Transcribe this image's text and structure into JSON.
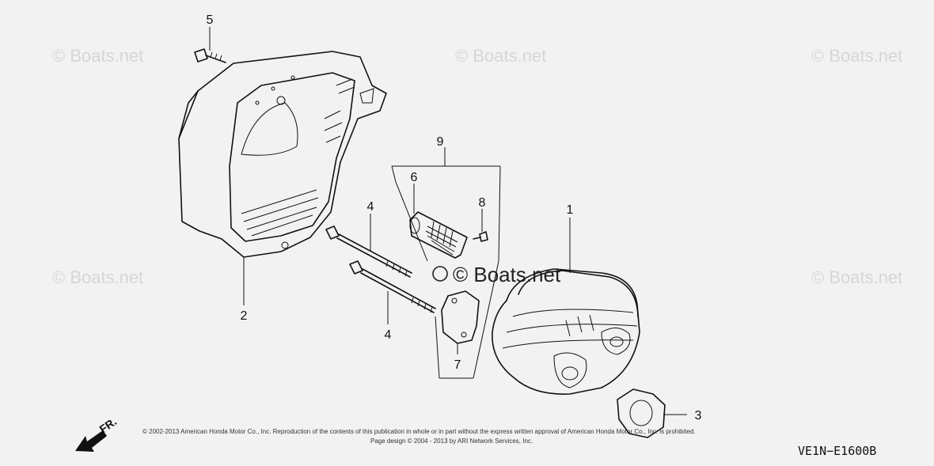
{
  "watermarks": {
    "top_left": "© Boats.net",
    "top_center": "© Boats.net",
    "top_right": "© Boats.net",
    "mid_left": "© Boats.net",
    "center": "© Boats.net",
    "mid_right": "© Boats.net"
  },
  "callouts": {
    "c1": "1",
    "c2": "2",
    "c3": "3",
    "c4a": "4",
    "c4b": "4",
    "c5": "5",
    "c6": "6",
    "c7": "7",
    "c8": "8",
    "c9": "9"
  },
  "copyright": {
    "line1": "© 2002-2013 American Honda Motor Co., Inc. Reproduction of the contents of this publication in whole or in part without the express written approval of American Honda Motor Co., Inc. is prohibited.",
    "line2": "Page design © 2004 - 2013 by ARI Network Services, Inc."
  },
  "direction_label": "FR.",
  "diagram_code": "VE1N−E1600B"
}
